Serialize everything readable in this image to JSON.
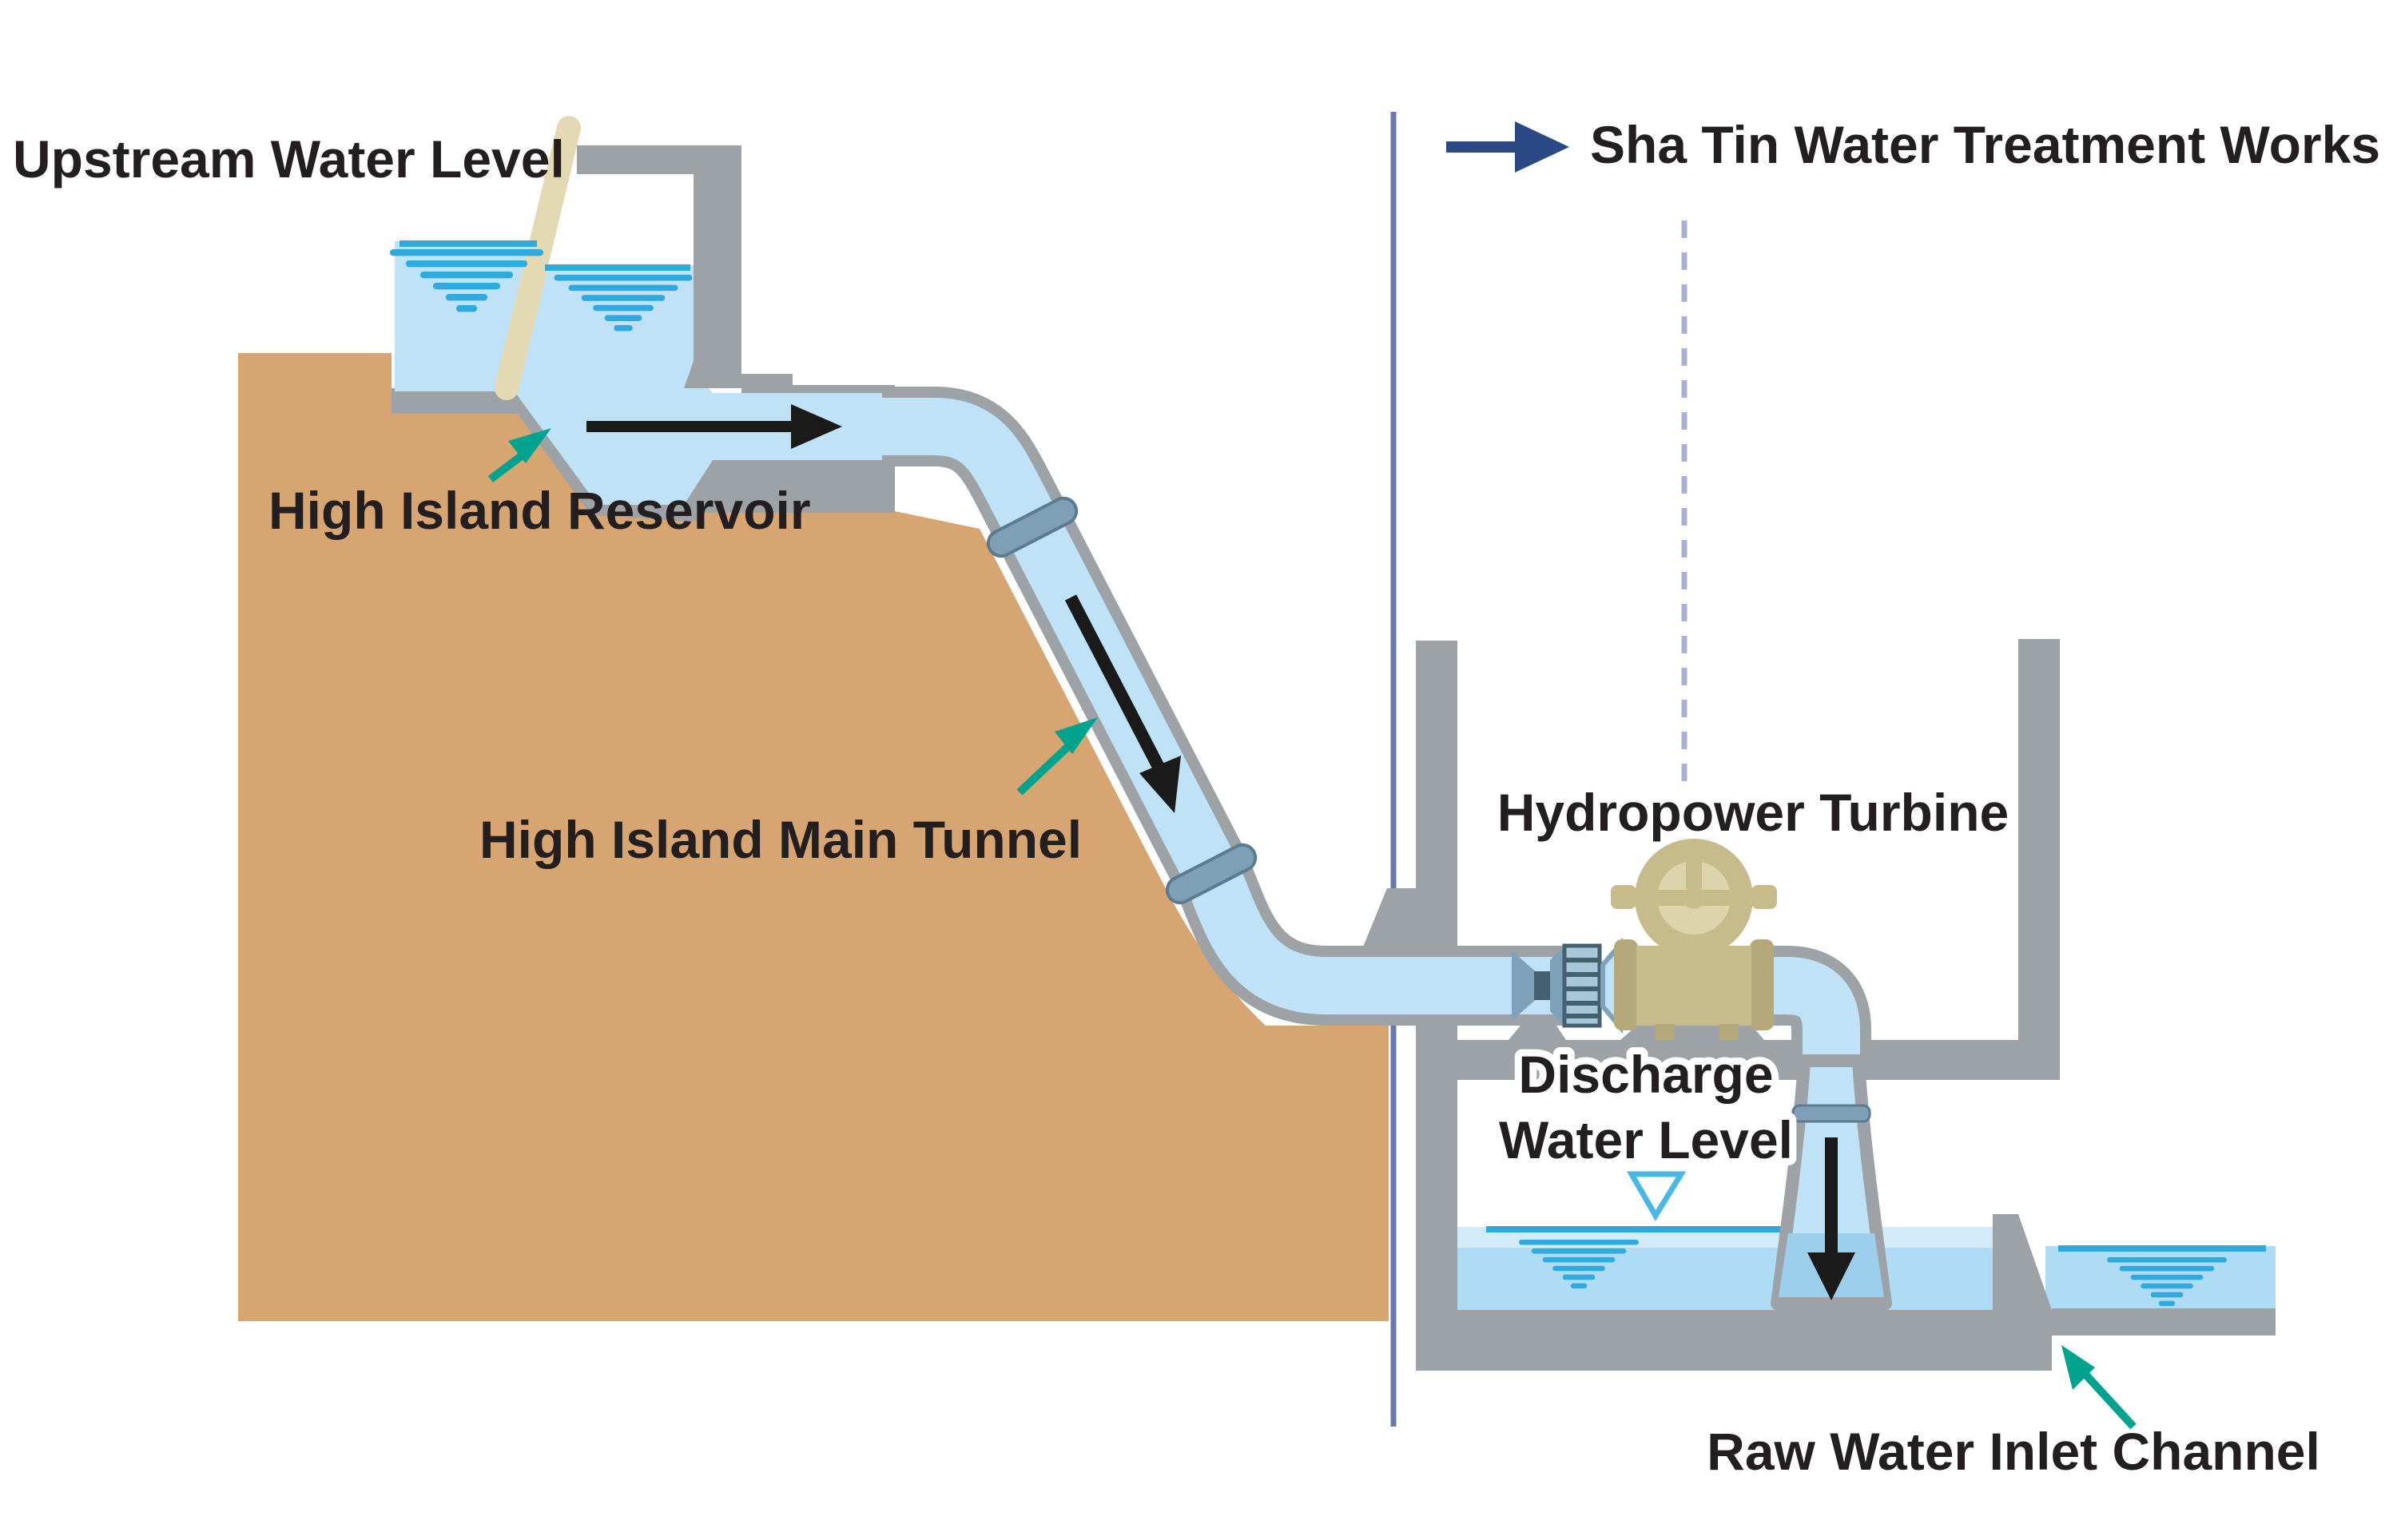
{
  "labels": {
    "upstream_water_level": "Upstream Water Level",
    "high_island_reservoir": "High Island Reservoir",
    "high_island_main_tunnel": "High Island Main Tunnel",
    "sha_tin_water_treatment_works": "Sha Tin Water Treatment Works",
    "hydropower_turbine": "Hydropower Turbine",
    "discharge_water_level_line1": "Discharge",
    "discharge_water_level_line2": "Water Level",
    "raw_water_inlet_channel": "Raw Water Inlet Channel"
  },
  "colors": {
    "water": "#BFE2F7",
    "water_deep": "#AEDCF4",
    "water_submerged": "#9CCFEC",
    "water_surface_band": "#D3EBF9",
    "water_mark_cyan": "#2FA9DE",
    "level_triangle_cyan": "#49B8E6",
    "concrete_gray": "#9DA2A6",
    "terrain_tan": "#D7A571",
    "gauge_pole_beige": "#E3D9B2",
    "turbine_khaki": "#C7BA8B",
    "turbine_khaki_dark": "#B5A97C",
    "turbine_khaki_light": "#DCD4AB",
    "joint_slate": "#7F9FB6",
    "coupling_slate": "#7FA2BA",
    "coupling_rib_light": "#A8C6DA",
    "coupling_dark": "#44606E",
    "flow_arrow_black": "#1A1A1A",
    "pointer_teal": "#00A38E",
    "boundary_navy": "#6C77AD",
    "works_arrow_navy": "#2B4A85",
    "dashed_periwinkle": "#A9B2D3",
    "label_text": "#231F20"
  },
  "icons": [
    "water-level-icon",
    "water-level-triangle-icon",
    "flow-arrow-icon",
    "direction-arrow-icon",
    "pointer-arrow-icon",
    "pipe-joint-icon",
    "expansion-joint-icon",
    "turbine-icon",
    "gauge-pole-icon"
  ]
}
